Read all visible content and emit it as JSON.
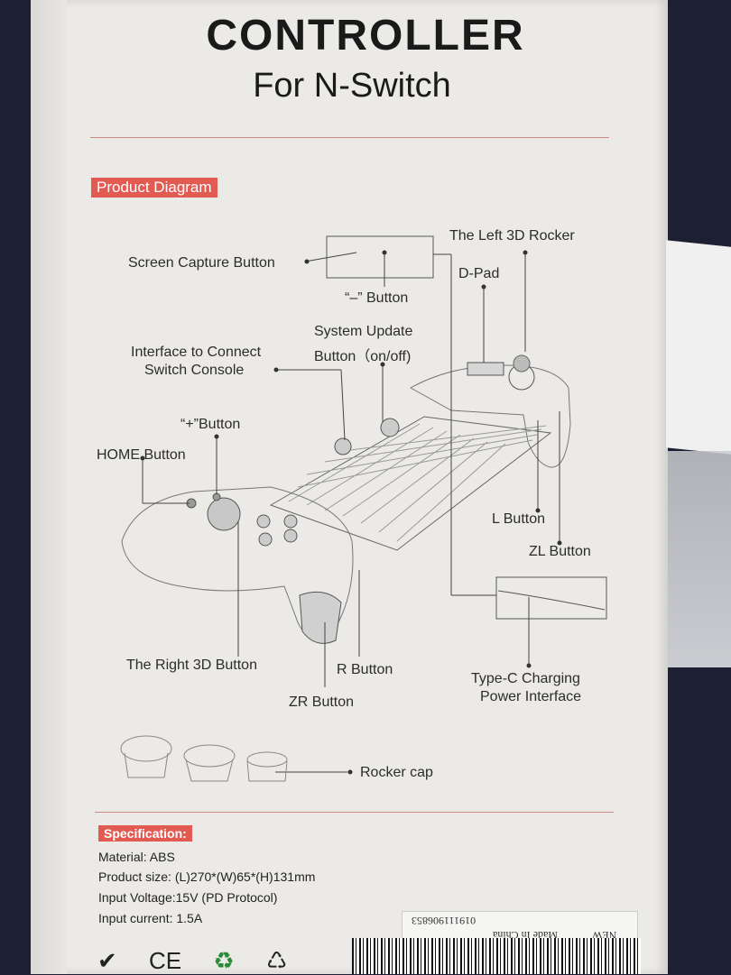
{
  "header": {
    "title": "CONTROLLER",
    "subtitle": "For  N-Switch"
  },
  "section_tag": "Product Diagram",
  "labels": {
    "screen_capture": "Screen Capture Button",
    "minus_button": "“–” Button",
    "left_rocker": "The Left 3D Rocker",
    "dpad": "D-Pad",
    "system_update_1": "System Update",
    "system_update_2": "Button（on/off)",
    "interface_1": "Interface to Connect",
    "interface_2": "Switch Console",
    "plus_button": "“+”Button",
    "home_button": "HOME Button",
    "l_button": "L Button",
    "zl_button": "ZL Button",
    "right_rocker": "The Right 3D Button",
    "r_button": "R Button",
    "zr_button": "ZR Button",
    "typec_1": "Type-C Charging",
    "typec_2": "Power Interface",
    "rocker_cap": "Rocker cap"
  },
  "spec": {
    "tag": "Specification:",
    "material": "Material: ABS",
    "size": "Product size: (L)270*(W)65*(H)131mm",
    "voltage": "Input Voltage:15V   (PD Protocol)",
    "current": "Input current: 1.5A"
  },
  "sticker": {
    "code": "019111906853",
    "made": "Made In China",
    "new": "NEW"
  },
  "cert_icons": [
    "checkmark-icon",
    "ce-icon",
    "recycle-icon",
    "recycling-bin-icon"
  ],
  "cert_text": {
    "check": "✔",
    "ce": "CE",
    "recycle": "♻",
    "bin": "♺"
  }
}
